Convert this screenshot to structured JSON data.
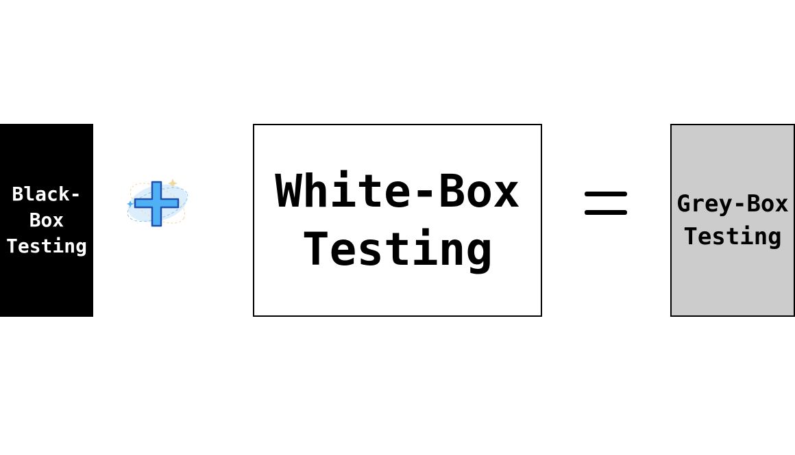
{
  "boxes": {
    "black_box": {
      "line1": "Black-Box",
      "line2": "Testing",
      "fill": "#000000",
      "text_color": "#ffffff"
    },
    "white_box": {
      "line1": "White-Box",
      "line2": "Testing",
      "fill": "#ffffff",
      "text_color": "#000000"
    },
    "grey_box": {
      "line1": "Grey-Box",
      "line2": "Testing",
      "fill": "#cccccc",
      "text_color": "#000000"
    }
  },
  "operators": {
    "plus_icon": "plus-icon",
    "equals": "equals-sign"
  },
  "colors": {
    "plus_fill": "#4fb0f5",
    "plus_stroke": "#1f4fa8",
    "plus_halo": "#dceefc"
  }
}
